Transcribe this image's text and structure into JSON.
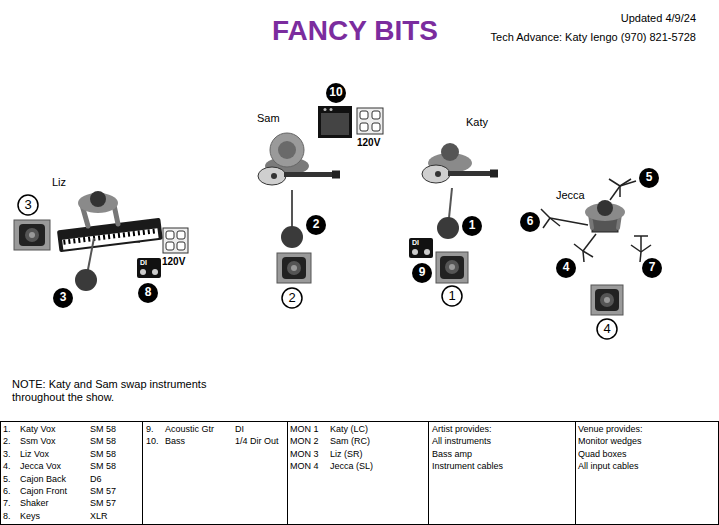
{
  "diagram": {
    "title": "FANCY BITS",
    "nodes": [
      {
        "text": [
          "10"
        ]
      },
      {
        "text": [
          "5"
        ]
      },
      {
        "text": [
          "3"
        ]
      },
      {
        "text": [
          "6"
        ]
      },
      {
        "text": [
          "2"
        ]
      },
      {
        "text": [
          "1"
        ]
      },
      {
        "text": [
          "4"
        ]
      },
      {
        "text": [
          "7"
        ]
      },
      {
        "text": [
          "9"
        ]
      },
      {
        "text": [
          "8"
        ]
      },
      {
        "text": [
          "1"
        ]
      },
      {
        "text": [
          "2"
        ]
      },
      {
        "text": [
          "3"
        ]
      },
      {
        "text": [
          "4"
        ]
      }
    ],
    "labels": [
      "Updated 4/9/24",
      "Tech Advance: Katy Iengo (970) 821-5728",
      "Liz",
      "Sam",
      "Katy",
      "Jecca",
      "120V",
      "DI",
      "120V",
      "DI",
      "NOTE: Katy and Sam swap instruments throughout the show.",
      "1.",
      "Katy Vox",
      "SM 58",
      "2.",
      "Ssm Vox",
      "SM 58",
      "3.",
      "Liz Vox",
      "SM 58",
      "4.",
      "Jecca Vox",
      "SM 58",
      "5.",
      "Cajon Back",
      "D6",
      "6.",
      "Cajon Front",
      "SM 57",
      "7.",
      "Shaker",
      "SM 57",
      "8.",
      "Keys",
      "XLR",
      "9.",
      "Acoustic Gtr",
      "DI",
      "10.",
      "Bass",
      "1/4 Dir Out",
      "MON 1",
      "Katy (LC)",
      "MON 2",
      "Sam (RC)",
      "MON 3",
      "Liz (SR)",
      "MON 4",
      "Jecca (SL)",
      "Artist provides:",
      "All instruments",
      "Bass amp",
      "Instrument cables",
      "Venue provides:",
      "Monitor wedges",
      "Quad boxes",
      "All input cables"
    ]
  }
}
